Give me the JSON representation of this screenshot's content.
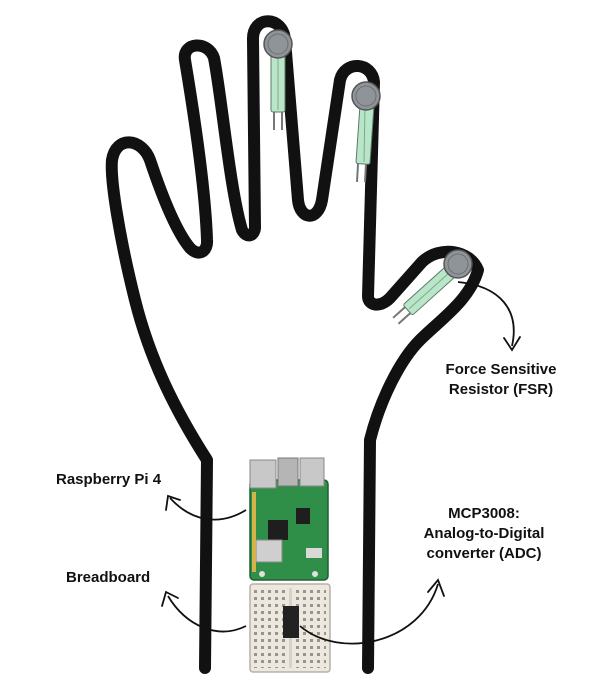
{
  "labels": {
    "fsr_line1": "Force Sensitive",
    "fsr_line2": "Resistor (FSR)",
    "rpi": "Raspberry Pi 4",
    "breadboard": "Breadboard",
    "adc_line1": "MCP3008:",
    "adc_line2": "Analog-to-Digital",
    "adc_line3": "converter (ADC)"
  },
  "colors": {
    "outline": "#111111",
    "fsr_strip": "#b9e6c9",
    "fsr_pad": "#8f9499",
    "pcb": "#2f8f48",
    "breadboard": "#ece7df",
    "chip": "#222222"
  }
}
